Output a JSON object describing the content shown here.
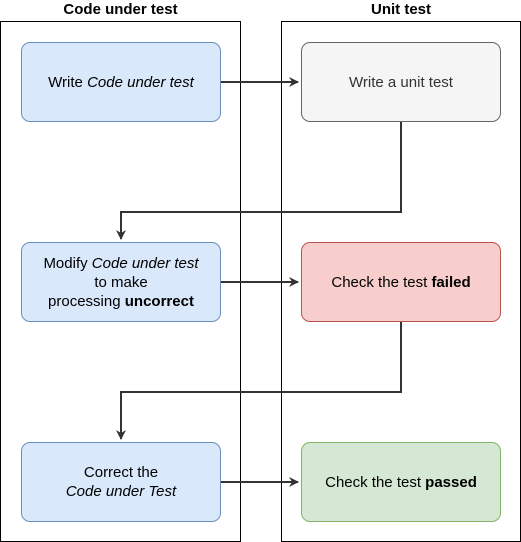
{
  "lanes": {
    "left_title": "Code under test",
    "right_title": "Unit test"
  },
  "steps": {
    "write_code": {
      "plain": "Write ",
      "italic": "Code under test"
    },
    "write_test": {
      "plain": "Write a unit test"
    },
    "modify_code": {
      "line1_plain": "Modify ",
      "line1_italic": "Code under test",
      "line2": "to make",
      "line3_plain": "processing ",
      "line3_bold": "uncorrect"
    },
    "check_failed": {
      "plain": "Check the test ",
      "bold": "failed"
    },
    "correct_code": {
      "line1": "Correct the",
      "line2_italic": "Code under Test"
    },
    "check_passed": {
      "plain": "Check the test ",
      "bold": "passed"
    }
  },
  "colors": {
    "blue_fill": "#dae8fc",
    "blue_stroke": "#6c8ebf",
    "gray_fill": "#f5f5f5",
    "red_fill": "#f8cecc",
    "green_fill": "#d5e8d4",
    "line": "#333333"
  }
}
